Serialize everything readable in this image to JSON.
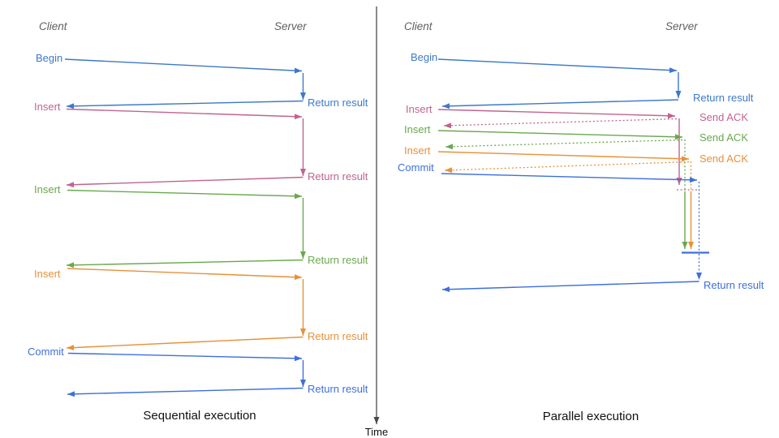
{
  "colors": {
    "blue": "#3c79c8",
    "pink": "#c0648f",
    "green": "#6aa84f",
    "orange": "#e6913a",
    "royal": "#3e6fdc",
    "axis": "#4a4a4a",
    "header": "#606060",
    "title": "#111111"
  },
  "time_axis": {
    "label": "Time"
  },
  "sequential": {
    "title": "Sequential execution",
    "client": "Client",
    "server": "Server",
    "steps": [
      {
        "label": "Begin",
        "result": "Return result"
      },
      {
        "label": "Insert",
        "result": "Return result"
      },
      {
        "label": "Insert",
        "result": "Return result"
      },
      {
        "label": "Insert",
        "result": "Return result"
      },
      {
        "label": "Commit",
        "result": "Return result"
      }
    ]
  },
  "parallel": {
    "title": "Parallel execution",
    "client": "Client",
    "server": "Server",
    "steps": [
      {
        "label": "Begin",
        "result": "Return result"
      },
      {
        "label": "Insert",
        "result": "Send ACK"
      },
      {
        "label": "Insert",
        "result": "Send ACK"
      },
      {
        "label": "Insert",
        "result": "Send ACK"
      },
      {
        "label": "Commit",
        "result": "Return result"
      }
    ]
  }
}
